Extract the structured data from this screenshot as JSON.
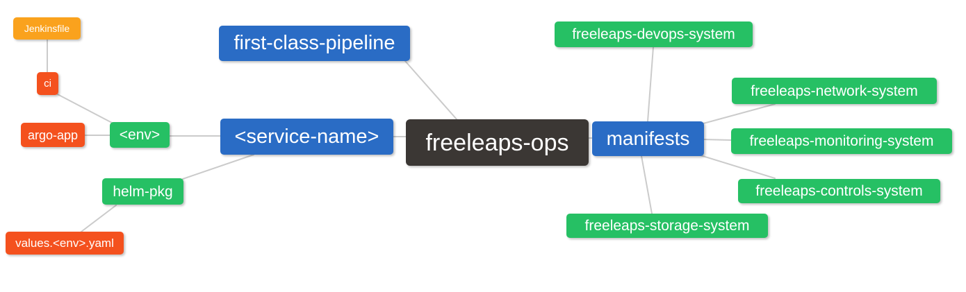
{
  "diagram": {
    "type": "mindmap",
    "root": "freeleaps-ops",
    "colors": {
      "blue": "#2a6cc5",
      "green": "#26c064",
      "orange": "#faa21d",
      "red": "#f4511e",
      "dark": "#3b3734",
      "edge": "#cbcbcb",
      "node_text": "#ffffff",
      "background": "#ffffff"
    },
    "nodes": [
      {
        "id": "jenkinsfile",
        "label": "Jenkinsfile",
        "color": "orange"
      },
      {
        "id": "ci",
        "label": "ci",
        "color": "red"
      },
      {
        "id": "argo-app",
        "label": "argo-app",
        "color": "red"
      },
      {
        "id": "env",
        "label": "<env>",
        "color": "green"
      },
      {
        "id": "first-class-pipeline",
        "label": "first-class-pipeline",
        "color": "blue"
      },
      {
        "id": "service-name",
        "label": "<service-name>",
        "color": "blue"
      },
      {
        "id": "freeleaps-ops",
        "label": "freeleaps-ops",
        "color": "dark"
      },
      {
        "id": "manifests",
        "label": "manifests",
        "color": "blue"
      },
      {
        "id": "helm-pkg",
        "label": "helm-pkg",
        "color": "green"
      },
      {
        "id": "values-env-yaml",
        "label": "values.<env>.yaml",
        "color": "red"
      },
      {
        "id": "devops-system",
        "label": "freeleaps-devops-system",
        "color": "green"
      },
      {
        "id": "network-system",
        "label": "freeleaps-network-system",
        "color": "green"
      },
      {
        "id": "monitoring-system",
        "label": "freeleaps-monitoring-system",
        "color": "green"
      },
      {
        "id": "controls-system",
        "label": "freeleaps-controls-system",
        "color": "green"
      },
      {
        "id": "storage-system",
        "label": "freeleaps-storage-system",
        "color": "green"
      }
    ],
    "edges": [
      {
        "from": "jenkinsfile",
        "to": "ci"
      },
      {
        "from": "ci",
        "to": "env"
      },
      {
        "from": "argo-app",
        "to": "env"
      },
      {
        "from": "env",
        "to": "service-name"
      },
      {
        "from": "service-name",
        "to": "freeleaps-ops"
      },
      {
        "from": "first-class-pipeline",
        "to": "freeleaps-ops"
      },
      {
        "from": "service-name",
        "to": "helm-pkg"
      },
      {
        "from": "helm-pkg",
        "to": "values-env-yaml"
      },
      {
        "from": "freeleaps-ops",
        "to": "manifests"
      },
      {
        "from": "manifests",
        "to": "devops-system"
      },
      {
        "from": "manifests",
        "to": "network-system"
      },
      {
        "from": "manifests",
        "to": "monitoring-system"
      },
      {
        "from": "manifests",
        "to": "controls-system"
      },
      {
        "from": "manifests",
        "to": "storage-system"
      }
    ]
  }
}
